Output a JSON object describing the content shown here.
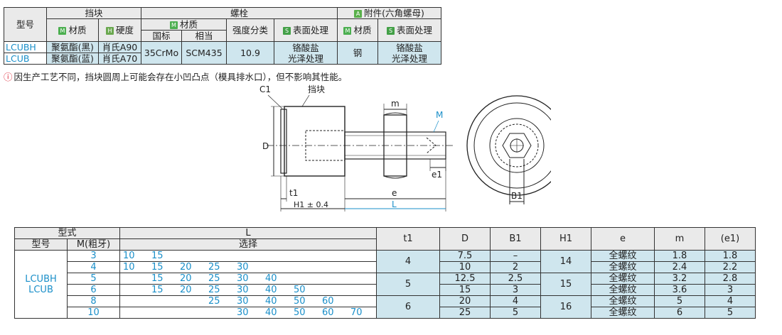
{
  "spec_table": {
    "col_model": "型号",
    "col_stopper": "挡块",
    "col_bolt": "螺栓",
    "col_accessory": "附件(六角螺母)",
    "stopper_material": "材质",
    "stopper_hardness": "硬度",
    "bolt_material": "材质",
    "bolt_std": "国标",
    "bolt_equiv": "相当",
    "bolt_strength": "强度分类",
    "bolt_surface": "表面处理",
    "acc_material": "材质",
    "acc_surface": "表面处理",
    "marks": {
      "M": "M",
      "H": "H",
      "S": "S",
      "A": "A"
    },
    "rows": [
      {
        "model": "LCUBH",
        "material": "聚氨酯(黑)",
        "hardness": "肖氏A90"
      },
      {
        "model": "LCUB",
        "material": "聚氨酯(蓝)",
        "hardness": "肖氏A70"
      }
    ],
    "shared": {
      "bolt_std": "35CrMo",
      "bolt_equiv": "SCM435",
      "strength": "10.9",
      "bolt_surface_1": "铬酸盐",
      "bolt_surface_2": "光泽处理",
      "acc_material": "钢",
      "acc_surface_1": "铬酸盐",
      "acc_surface_2": "光泽处理"
    }
  },
  "note": {
    "icon": "!",
    "text": "因生产工艺不同，挡块圆周上可能会存在小凹凸点（模具排水口），但不影响其性能。"
  },
  "drawing": {
    "c1": "C1",
    "stopper": "挡块",
    "m": "m",
    "M": "M",
    "D": "D",
    "t1": "t1",
    "e": "e",
    "e1": "e1",
    "H1": "H1 ± 0.4",
    "L": "L",
    "B1": "B1"
  },
  "dim_table": {
    "h_type": "型式",
    "h_model": "型号",
    "h_m": "M(粗牙)",
    "h_L": "L",
    "h_select": "选择",
    "h_t1": "t1",
    "h_D": "D",
    "h_B1": "B1",
    "h_H1": "H1",
    "h_e": "e",
    "h_mm": "m",
    "h_e1": "(e1)",
    "model_1": "LCUBH",
    "model_2": "LCUB",
    "rows": [
      {
        "m": "3",
        "L": [
          "10",
          "15",
          "",
          "",
          "",
          "",
          "",
          "",
          ""
        ],
        "D": "7.5",
        "B1": "–",
        "e": "全螺纹",
        "mm": "1.8",
        "e1": "1.8"
      },
      {
        "m": "4",
        "L": [
          "10",
          "15",
          "20",
          "25",
          "30",
          "",
          "",
          "",
          ""
        ],
        "D": "10",
        "B1": "2",
        "e": "全螺纹",
        "mm": "2.4",
        "e1": "2.2"
      },
      {
        "m": "5",
        "L": [
          "",
          "15",
          "20",
          "25",
          "30",
          "40",
          "",
          "",
          ""
        ],
        "D": "12.5",
        "B1": "2.5",
        "e": "全螺纹",
        "mm": "3.2",
        "e1": "2.8"
      },
      {
        "m": "6",
        "L": [
          "",
          "15",
          "20",
          "25",
          "30",
          "40",
          "50",
          "",
          ""
        ],
        "D": "15",
        "B1": "3",
        "e": "全螺纹",
        "mm": "3.6",
        "e1": "3"
      },
      {
        "m": "8",
        "L": [
          "",
          "",
          "",
          "25",
          "30",
          "40",
          "50",
          "60",
          ""
        ],
        "D": "20",
        "B1": "4",
        "e": "全螺纹",
        "mm": "5",
        "e1": "4"
      },
      {
        "m": "10",
        "L": [
          "",
          "",
          "",
          "",
          "30",
          "40",
          "50",
          "60",
          "70"
        ],
        "D": "25",
        "B1": "5",
        "e": "全螺纹",
        "mm": "6",
        "e1": "5"
      }
    ],
    "t1": [
      "4",
      "5",
      "6"
    ],
    "H1": [
      "14",
      "15",
      "16"
    ]
  }
}
